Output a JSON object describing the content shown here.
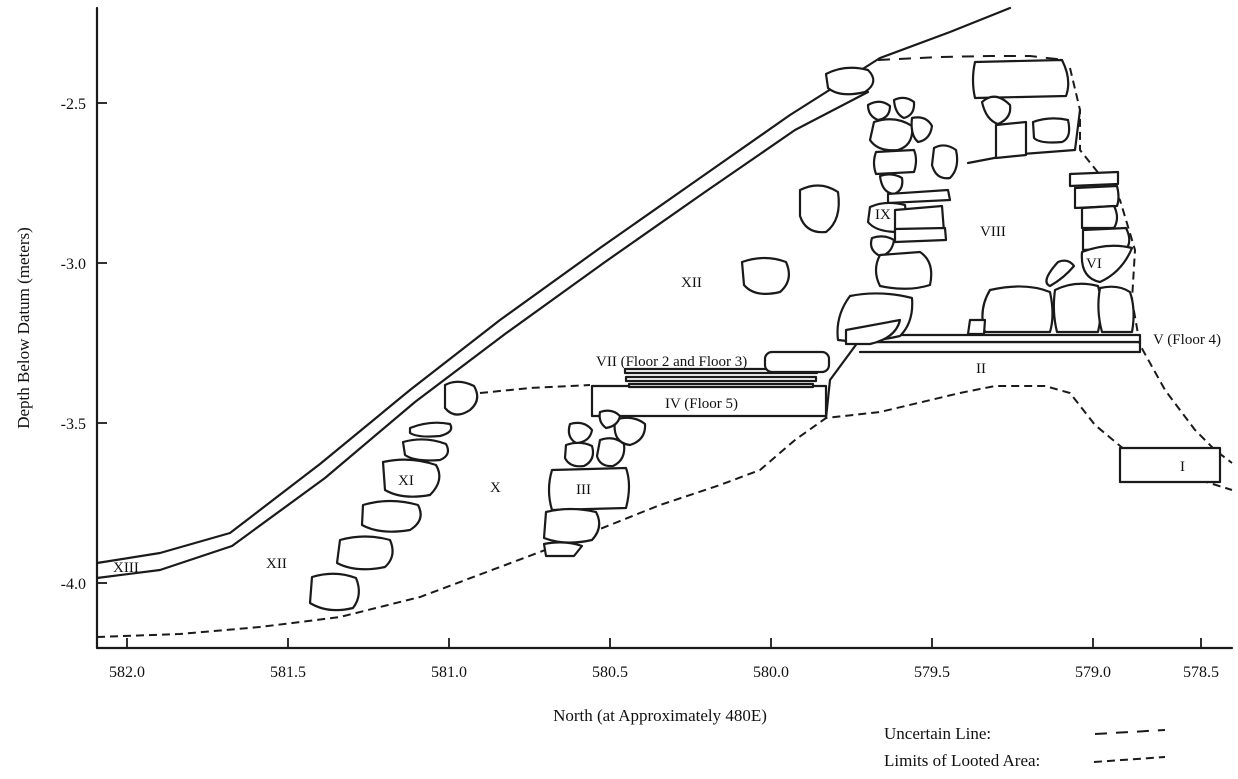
{
  "chart_data": {
    "type": "profile-section",
    "xlabel": "North (at Approximately 480E)",
    "ylabel": "Depth Below Datum (meters)",
    "x_ticks": [
      "582.0",
      "581.5",
      "581.0",
      "580.5",
      "580.0",
      "579.5",
      "579.0",
      "578.5"
    ],
    "y_ticks": [
      "-2.5",
      "-3.0",
      "-3.5",
      "-4.0"
    ],
    "xlim": [
      582.1,
      578.3
    ],
    "ylim": [
      -4.2,
      -2.2
    ]
  },
  "labels": {
    "xiii": "XIII",
    "xii_lower": "XII",
    "xi": "XI",
    "x": "X",
    "iii": "III",
    "iv": "IV (Floor 5)",
    "vii": "VII (Floor 2 and Floor 3)",
    "xii_upper": "XII",
    "ix": "IX",
    "viii": "VIII",
    "vi": "VI",
    "v": "V (Floor 4)",
    "ii": "II",
    "i": "I"
  },
  "legend": {
    "uncertain": "Uncertain Line:",
    "looted": "Limits of Looted Area:"
  }
}
